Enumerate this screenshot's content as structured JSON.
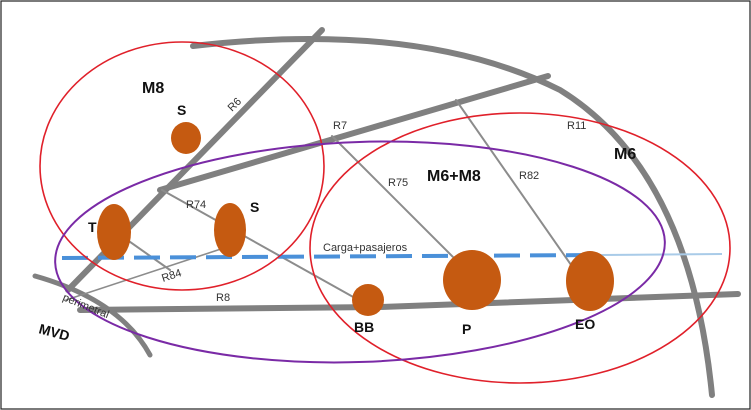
{
  "colors": {
    "road_major": "#808080",
    "road_minor": "#8c8c8c",
    "zone_m8": "#e0202a",
    "zone_m6": "#e0202a",
    "zone_combined": "#7a2aa6",
    "corridor": "#4a90d9",
    "corridor_light": "#a9cbe8",
    "node": "#c55a11",
    "border": "#222222"
  },
  "zones": {
    "m8": "M8",
    "m6": "M6",
    "combined": "M6+M8"
  },
  "roads": {
    "r6": "R6",
    "r7": "R7",
    "r11": "R11",
    "r74": "R74",
    "r75": "R75",
    "r82": "R82",
    "r84": "R84",
    "r8": "R8",
    "perimetral": "perimetral"
  },
  "corridor_label": "Carga+pasajeros",
  "nodes": {
    "s_top": "S",
    "t": "T",
    "s_mid": "S",
    "bb": "BB",
    "p": "P",
    "eo": "EO"
  },
  "place": "MVD"
}
